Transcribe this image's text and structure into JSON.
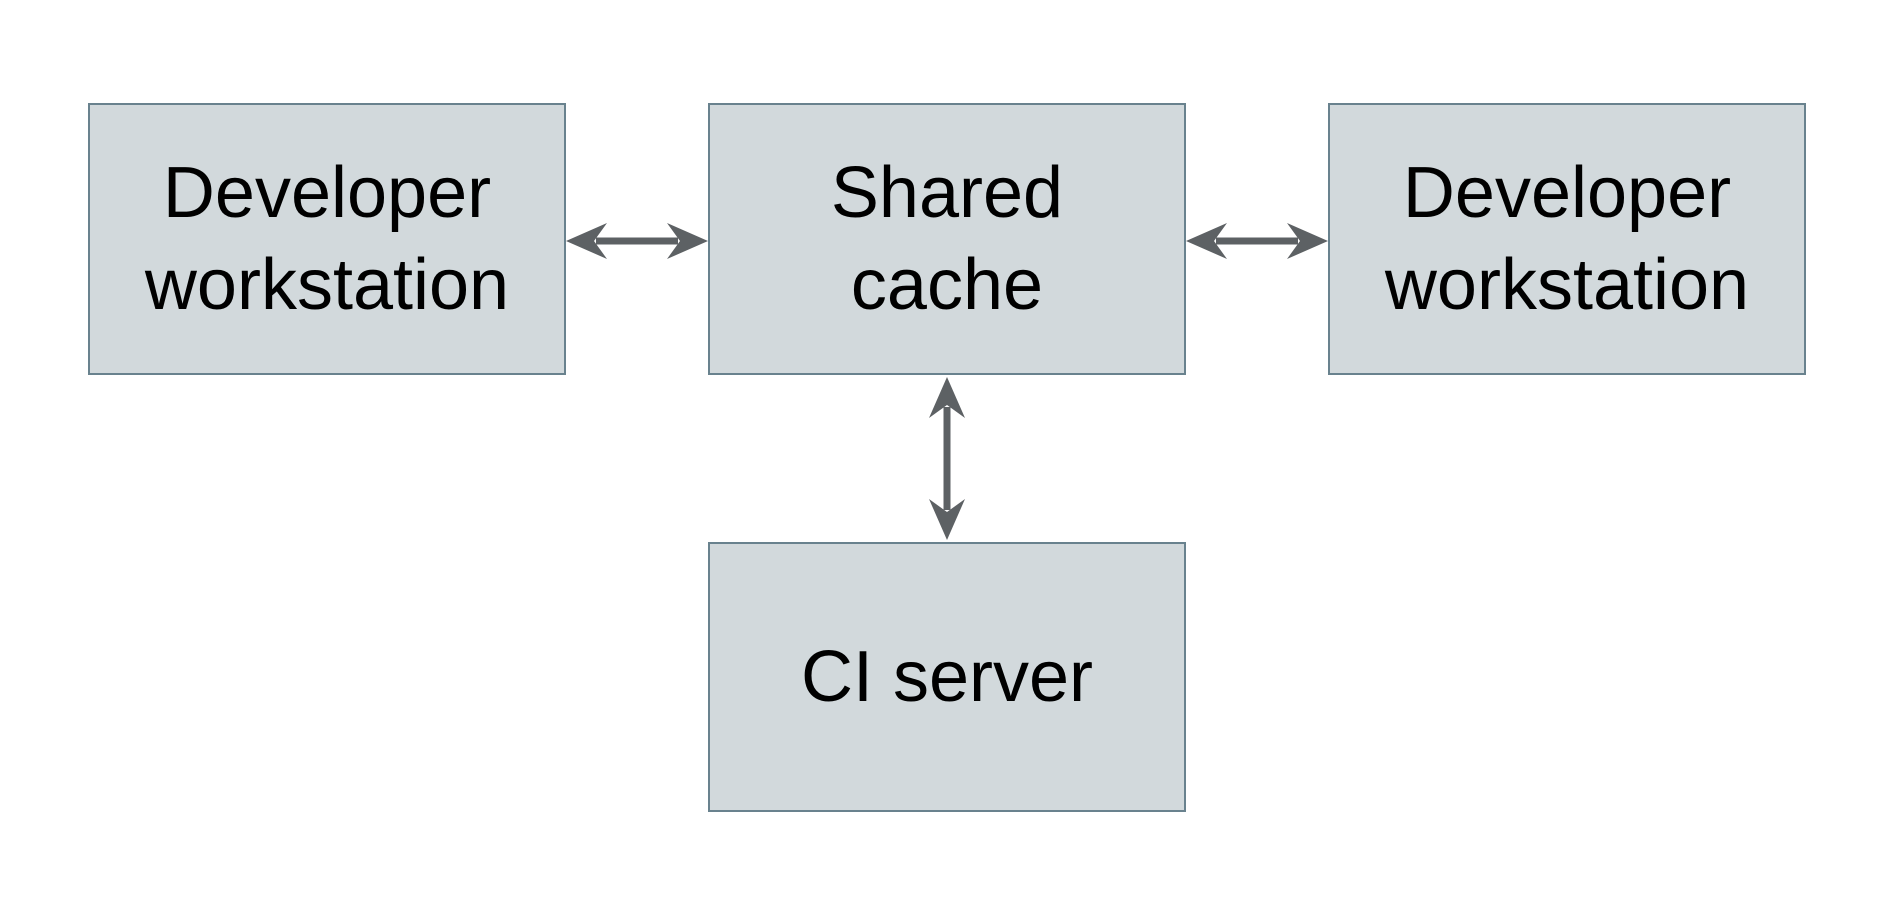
{
  "diagram": {
    "colors": {
      "background": "#ffffff",
      "box_fill": "#d2d9dc",
      "box_border": "#69828e",
      "arrow": "#5d6164",
      "text": "#000000"
    },
    "nodes": [
      {
        "id": "developer-workstation-left",
        "label": "Developer workstation",
        "lines": [
          "Developer",
          "workstation"
        ]
      },
      {
        "id": "shared-cache",
        "label": "Shared cache",
        "lines": [
          "Shared",
          "cache"
        ]
      },
      {
        "id": "developer-workstation-right",
        "label": "Developer workstation",
        "lines": [
          "Developer",
          "workstation"
        ]
      },
      {
        "id": "ci-server",
        "label": "CI server",
        "lines": [
          "CI server"
        ]
      }
    ],
    "edges": [
      {
        "from": "developer-workstation-left",
        "to": "shared-cache",
        "direction": "bidirectional",
        "orientation": "horizontal"
      },
      {
        "from": "shared-cache",
        "to": "developer-workstation-right",
        "direction": "bidirectional",
        "orientation": "horizontal"
      },
      {
        "from": "shared-cache",
        "to": "ci-server",
        "direction": "bidirectional",
        "orientation": "vertical"
      }
    ]
  }
}
